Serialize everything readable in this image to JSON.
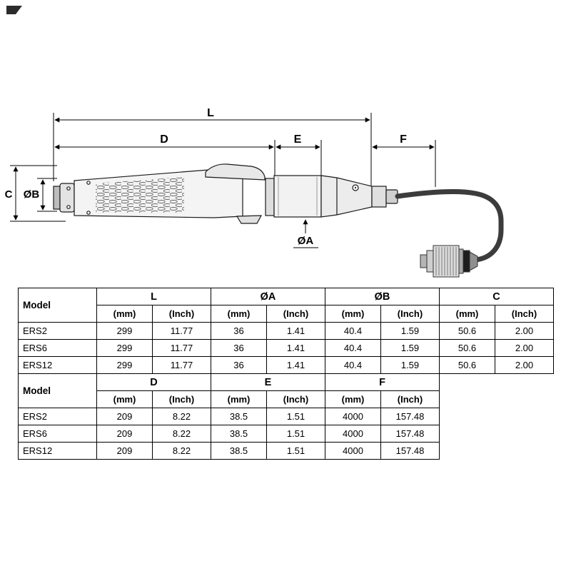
{
  "diagram": {
    "labels": {
      "l": "L",
      "d": "D",
      "e": "E",
      "f": "F",
      "c": "C",
      "ob": "ØB",
      "oa": "ØA"
    }
  },
  "tables": {
    "upper": {
      "model_header": "Model",
      "groups": [
        "L",
        "ØA",
        "ØB",
        "C"
      ],
      "sub_headers": [
        "(mm)",
        "(Inch)",
        "(mm)",
        "(Inch)",
        "(mm)",
        "(Inch)",
        "(mm)",
        "(Inch)"
      ],
      "rows": [
        {
          "model": "ERS2",
          "values": [
            "299",
            "11.77",
            "36",
            "1.41",
            "40.4",
            "1.59",
            "50.6",
            "2.00"
          ]
        },
        {
          "model": "ERS6",
          "values": [
            "299",
            "11.77",
            "36",
            "1.41",
            "40.4",
            "1.59",
            "50.6",
            "2.00"
          ]
        },
        {
          "model": "ERS12",
          "values": [
            "299",
            "11.77",
            "36",
            "1.41",
            "40.4",
            "1.59",
            "50.6",
            "2.00"
          ]
        }
      ]
    },
    "lower": {
      "model_header": "Model",
      "groups": [
        "D",
        "E",
        "F"
      ],
      "sub_headers": [
        "(mm)",
        "(Inch)",
        "(mm)",
        "(Inch)",
        "(mm)",
        "(Inch)"
      ],
      "rows": [
        {
          "model": "ERS2",
          "values": [
            "209",
            "8.22",
            "38.5",
            "1.51",
            "4000",
            "157.48"
          ]
        },
        {
          "model": "ERS6",
          "values": [
            "209",
            "8.22",
            "38.5",
            "1.51",
            "4000",
            "157.48"
          ]
        },
        {
          "model": "ERS12",
          "values": [
            "209",
            "8.22",
            "38.5",
            "1.51",
            "4000",
            "157.48"
          ]
        }
      ]
    }
  }
}
